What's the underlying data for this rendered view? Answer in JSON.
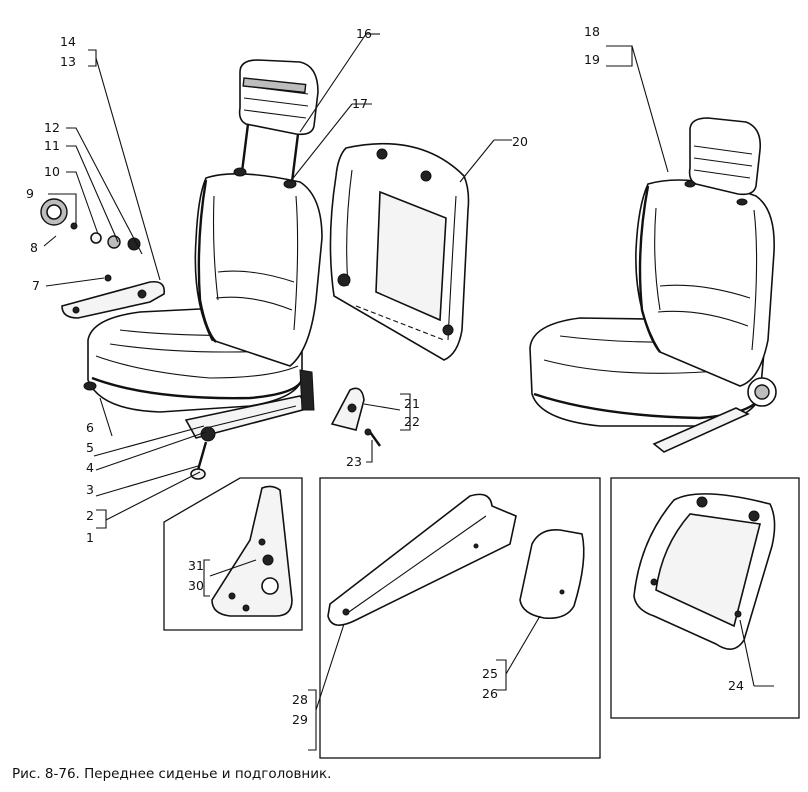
{
  "figure": {
    "caption": "Рис. 8-76. Переднее сиденье и подголовник.",
    "callouts": {
      "c1": "1",
      "c2": "2",
      "c3": "3",
      "c4": "4",
      "c5": "5",
      "c6": "6",
      "c7": "7",
      "c8": "8",
      "c9": "9",
      "c10": "10",
      "c11": "11",
      "c12": "12",
      "c13": "13",
      "c14": "14",
      "c16": "16",
      "c17": "17",
      "c18": "18",
      "c19": "19",
      "c20": "20",
      "c21": "21",
      "c22": "22",
      "c23": "23",
      "c24": "24",
      "c25": "25",
      "c26": "26",
      "c28": "28",
      "c29": "29",
      "c30": "30",
      "c31": "31"
    }
  }
}
